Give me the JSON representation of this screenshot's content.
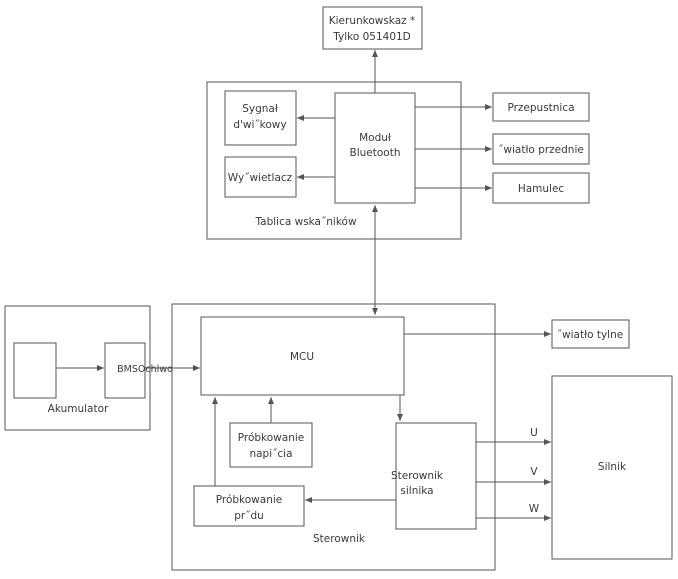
{
  "nodes": {
    "kierunkowskaz_line1": "Kierunkowskaz *",
    "kierunkowskaz_line2": "Tylko 051401D",
    "sygnal_line1": "Sygnał",
    "sygnal_line2": "d'wi˝kowy",
    "wyswietlacz": "Wy˝wietlacz",
    "bluetooth_line1": "Moduł",
    "bluetooth_line2": "Bluetooth",
    "tablica": "Tablica wska˝ników",
    "przepustnica": "Przepustnica",
    "swiatlo_przednie": "˝wiatło przednie",
    "hamulec": "Hamulec",
    "mcu": "MCU",
    "swiatlo_tylne": "˝wiatło tylne",
    "bms": "BMSOchlwo",
    "akumulator": "Akumulator",
    "probk_napiecia_line1": "Próbkowanie",
    "probk_napiecia_line2": "napi˝cia",
    "sterownik_silnika_line1": "Sterownik",
    "sterownik_silnika_line2": "silnika",
    "probk_pradu_line1": "Próbkowanie",
    "probk_pradu_line2": "pr˝du",
    "sterownik": "Sterownik",
    "silnik": "Silnik",
    "phase_u": "U",
    "phase_v": "V",
    "phase_w": "W"
  }
}
